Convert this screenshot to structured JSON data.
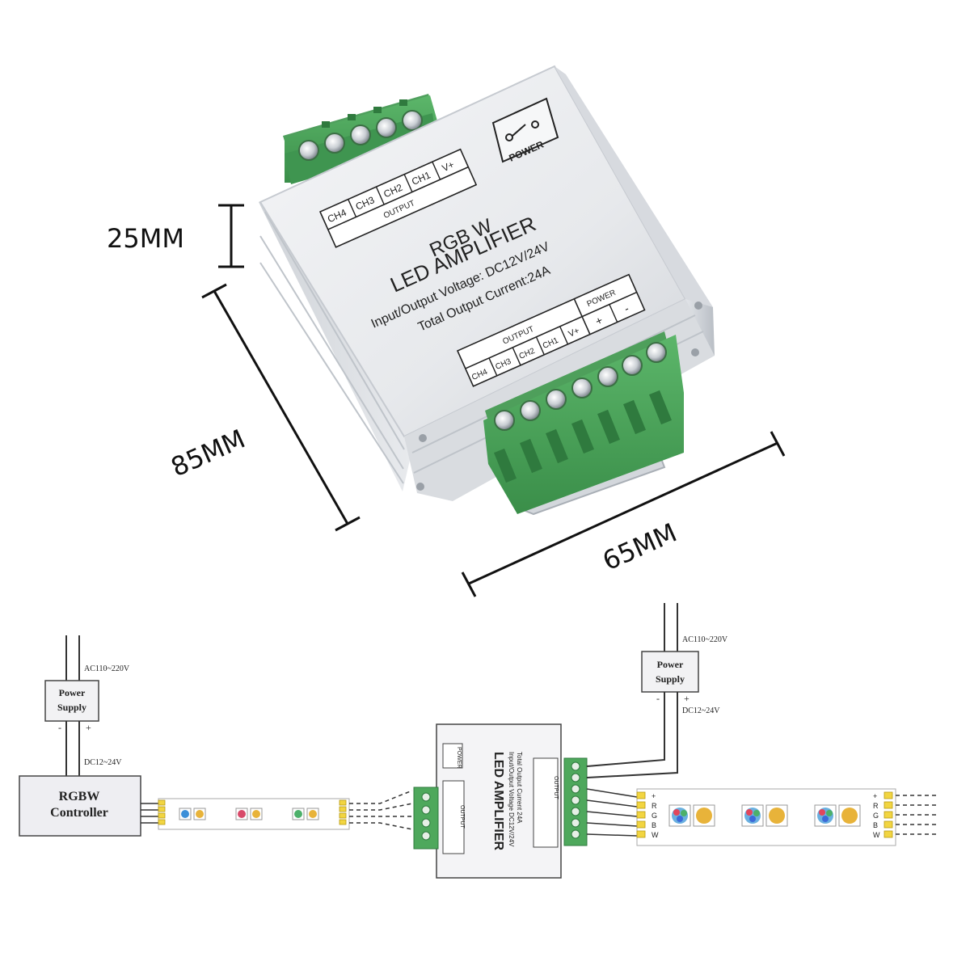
{
  "product": {
    "title_line1": "RGB W",
    "title_line2": "LED AMPLIFIER",
    "voltage_line": "Input/Output Voltage: DC12V/24V",
    "current_line": "Total Output Current:24A",
    "power_switch_label": "POWER",
    "input_terminal": {
      "header": "OUTPUT",
      "pins": [
        "CH4",
        "CH3",
        "CH2",
        "CH1",
        "V+"
      ]
    },
    "output_terminal": {
      "output_header": "OUTPUT",
      "power_header": "POWER",
      "pins": [
        "CH4",
        "CH3",
        "CH2",
        "CH1",
        "V+",
        "+",
        "-"
      ]
    }
  },
  "dimensions": {
    "height": "25MM",
    "length": "85MM",
    "width": "65MM"
  },
  "wiring": {
    "left_ac": "AC110~220V",
    "left_power_supply": [
      "Power",
      "Supply"
    ],
    "left_minus": "-",
    "left_plus": "+",
    "left_dc": "DC12~24V",
    "controller": [
      "RGBW",
      "Controller"
    ],
    "right_ac": "AC110~220V",
    "right_power_supply": [
      "Power",
      "Supply"
    ],
    "right_minus": "-",
    "right_plus": "+",
    "right_dc": "DC12~24V",
    "amp_title": "LED AMPLIFIER",
    "amp_sub": "Input/Output Voltage DC12V/24V",
    "amp_sub2": "Total Output Current 24A",
    "amp_power": "POWER",
    "amp_output": "OUTPUT",
    "strip_pins": [
      "+",
      "R",
      "G",
      "B",
      "W"
    ]
  }
}
